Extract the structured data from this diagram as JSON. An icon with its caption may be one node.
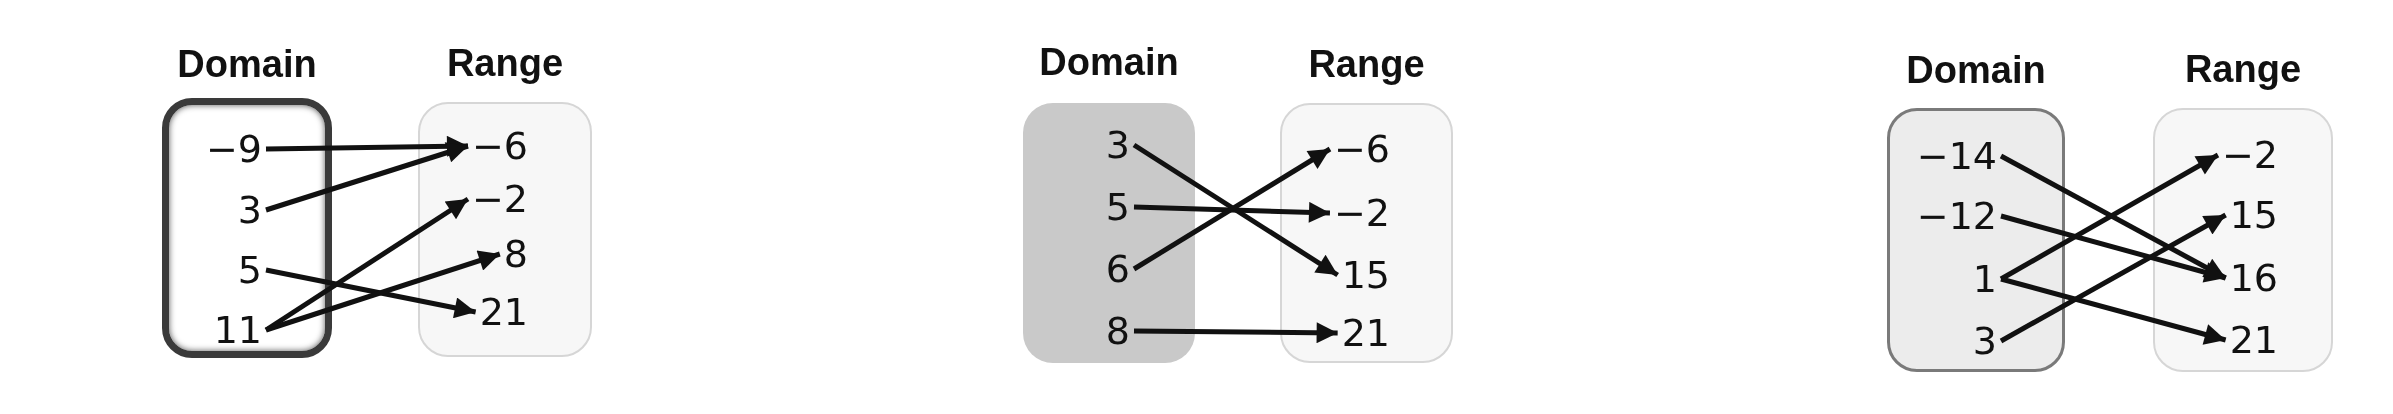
{
  "diagram": {
    "nodes": [
      {
        "text": [
          "Domain"
        ]
      },
      {
        "text": [
          "−9"
        ],
        "in": 0
      },
      {
        "text": [
          "3"
        ],
        "in": 0
      },
      {
        "text": [
          "5"
        ],
        "in": 0
      },
      {
        "text": [
          "11"
        ],
        "in": 0
      },
      {
        "text": [
          "Range"
        ]
      },
      {
        "text": [
          "−6"
        ],
        "in": 5
      },
      {
        "text": [
          "−2"
        ],
        "in": 5
      },
      {
        "text": [
          "8"
        ],
        "in": 5
      },
      {
        "text": [
          "21"
        ],
        "in": 5
      },
      {
        "text": [
          "Domain"
        ]
      },
      {
        "text": [
          "3"
        ],
        "in": 10
      },
      {
        "text": [
          "5"
        ],
        "in": 10
      },
      {
        "text": [
          "6"
        ],
        "in": 10
      },
      {
        "text": [
          "8"
        ],
        "in": 10
      },
      {
        "text": [
          "Range"
        ]
      },
      {
        "text": [
          "−6"
        ],
        "in": 15
      },
      {
        "text": [
          "−2"
        ],
        "in": 15
      },
      {
        "text": [
          "15"
        ],
        "in": 15
      },
      {
        "text": [
          "21"
        ],
        "in": 15
      },
      {
        "text": [
          "Domain"
        ]
      },
      {
        "text": [
          "−14"
        ],
        "in": 20
      },
      {
        "text": [
          "−12"
        ],
        "in": 20
      },
      {
        "text": [
          "1"
        ],
        "in": 20
      },
      {
        "text": [
          "3"
        ],
        "in": 20
      },
      {
        "text": [
          "Range"
        ]
      },
      {
        "text": [
          "−2"
        ],
        "in": 25
      },
      {
        "text": [
          "15"
        ],
        "in": 25
      },
      {
        "text": [
          "16"
        ],
        "in": 25
      },
      {
        "text": [
          "21"
        ],
        "in": 25
      }
    ],
    "edges": [
      {
        "from": 1,
        "to": 6,
        "arrow": "to"
      },
      {
        "from": 2,
        "to": 6,
        "arrow": "to"
      },
      {
        "from": 3,
        "to": 9,
        "arrow": "to"
      },
      {
        "from": 4,
        "to": 7,
        "arrow": "to"
      },
      {
        "from": 4,
        "to": 8,
        "arrow": "to"
      },
      {
        "from": 11,
        "to": 18,
        "arrow": "to"
      },
      {
        "from": 12,
        "to": 17,
        "arrow": "to"
      },
      {
        "from": 13,
        "to": 16,
        "arrow": "to"
      },
      {
        "from": 14,
        "to": 19,
        "arrow": "to"
      },
      {
        "from": 21,
        "to": 28,
        "arrow": "to"
      },
      {
        "from": 22,
        "to": 28,
        "arrow": "to"
      },
      {
        "from": 23,
        "to": 26,
        "arrow": "to"
      },
      {
        "from": 23,
        "to": 29,
        "arrow": "to"
      },
      {
        "from": 24,
        "to": 27,
        "arrow": "to"
      }
    ]
  }
}
